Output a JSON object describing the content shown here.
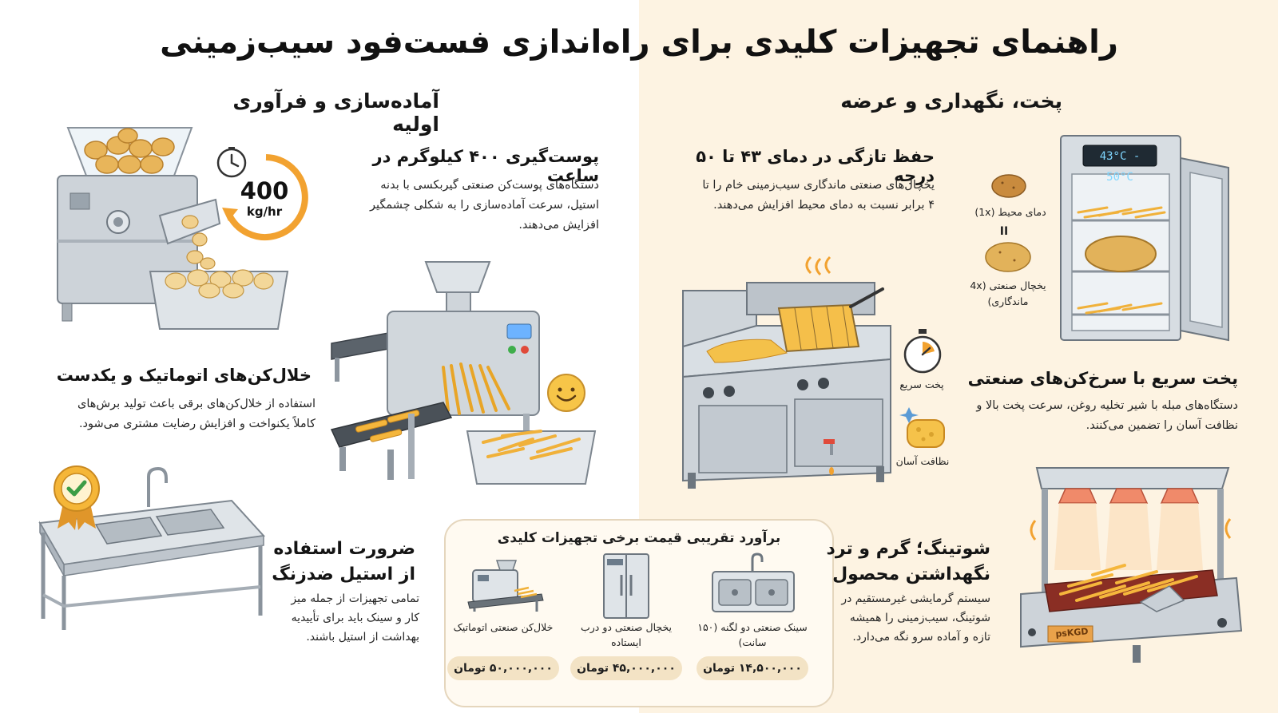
{
  "title": "راهنمای تجهیزات کلیدی برای راه‌اندازی فست‌فود سیب‌زمینی",
  "colors": {
    "left_background": "#ffffff",
    "right_background": "#fdf3e2",
    "steel": "#c9ced4",
    "accent_orange": "#f2a230",
    "potato": "#e7b85a",
    "fries": "#f5b83d"
  },
  "left_section": {
    "heading": "آماده‌سازی و فرآوری اولیه",
    "peeler": {
      "title": "پوست‌گیری ۴۰۰ کیلوگرم در ساعت",
      "body": "دستگاه‌های پوست‌کن صنعتی گیربکسی با بدنه استیل، سرعت آماده‌سازی را به شکلی چشمگیر افزایش می‌دهند.",
      "badge_value": "400",
      "badge_unit": "kg/hr",
      "icon": "clock-icon"
    },
    "cutter": {
      "title": "خلال‌کن‌های اتوماتیک و یکدست",
      "body": "استفاده از خلال‌کن‌های برقی باعث تولید برش‌های کاملاً یکنواخت و افزایش رضایت مشتری می‌شود.",
      "icon": "smiley-icon"
    },
    "steel": {
      "title": "ضرورت استفاده از استیل ضدزنگ",
      "body": "تمامی تجهیزات از جمله میز کار و سینک باید برای تأییدیه بهداشت از استیل باشند.",
      "icon": "approval-badge-icon"
    }
  },
  "right_section": {
    "heading": "پخت، نگهداری و عرضه",
    "fridge": {
      "title": "حفظ تازگی در دمای ۴۳ تا ۵۰ درجه",
      "body": "یخچال‌های صنعتی ماندگاری سیب‌زمینی خام را تا ۴ برابر نسبت به دمای محیط افزایش می‌دهند.",
      "display": "43°C - 50°C",
      "label_ambient": "دمای محیط (1x)",
      "label_fridge": "یخچال صنعتی (4x ماندگاری)",
      "equals": "II"
    },
    "fryer": {
      "title": "پخت سریع با سرخ‌کن‌های صنعتی",
      "body": "دستگاه‌های مبله با شیر تخلیه روغن، سرعت پخت بالا و نظافت آسان را تضمین می‌کنند.",
      "label_fast": "پخت سریع",
      "label_clean": "نظافت آسان"
    },
    "warmer": {
      "title": "شوتینگ؛ گرم و ترد نگهداشتن محصول",
      "body": "سیستم گرمایشی غیرمستقیم در شوتینگ، سیب‌زمینی را همیشه تازه و آماده سرو نگه می‌دارد.",
      "brand": "psKGD"
    }
  },
  "prices": {
    "title": "برآورد تقریبی قیمت برخی تجهیزات کلیدی",
    "items": [
      {
        "name": "سینک صنعتی دو لگنه (۱۵۰ سانت)",
        "price": "۱۴,۵۰۰,۰۰۰ تومان",
        "icon": "sink-icon"
      },
      {
        "name": "یخچال صنعتی دو درب ایستاده",
        "price": "۴۵,۰۰۰,۰۰۰ تومان",
        "icon": "fridge-icon"
      },
      {
        "name": "خلال‌کن صنعتی اتوماتیک",
        "price": "۵۰,۰۰۰,۰۰۰ تومان",
        "icon": "cutter-icon"
      }
    ]
  }
}
